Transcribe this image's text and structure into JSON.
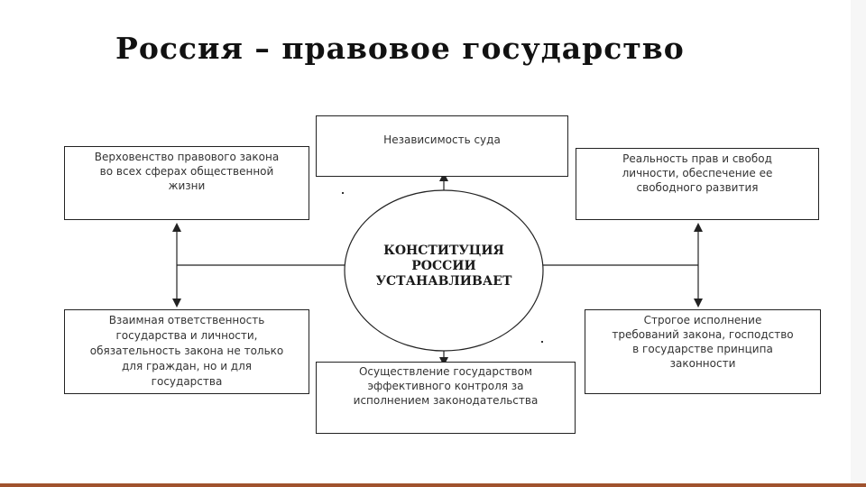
{
  "title": "Россия – правовое государство",
  "center": {
    "lines": [
      "КОНСТИТУЦИЯ",
      "РОССИИ",
      "УСТАНАВЛИВАЕТ"
    ]
  },
  "boxes": {
    "top": {
      "lines": [
        "Независимость суда"
      ]
    },
    "top_left": {
      "lines": [
        "Верховенство правового закона",
        "во всех сферах общественной",
        "жизни"
      ]
    },
    "top_right": {
      "lines": [
        "Реальность прав и свобод",
        "личности, обеспечение ее",
        "свободного развития"
      ]
    },
    "bottom_left": {
      "lines": [
        "Взаимная ответственность",
        "государства и личности,",
        "обязательность закона не только",
        "для граждан, но и для",
        "государства"
      ]
    },
    "bottom_right": {
      "lines": [
        "Строгое исполнение",
        "требований закона, господство",
        "в государстве принципа",
        "законности"
      ]
    },
    "bottom": {
      "lines": [
        "Осуществление государством",
        "эффективного контроля за",
        "исполнением законодательства"
      ]
    }
  },
  "colors": {
    "line": "#222222",
    "accent_bar": "#a0522d"
  }
}
